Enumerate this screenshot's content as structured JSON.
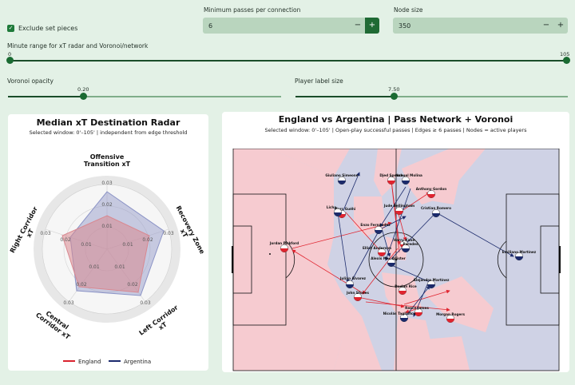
{
  "controls": {
    "exclude_set_pieces": {
      "label": "Exclude set pieces",
      "checked": true
    },
    "min_passes": {
      "label": "Minimum passes per connection",
      "value": "6",
      "minus": "−",
      "plus": "+"
    },
    "node_size": {
      "label": "Node size",
      "value": "350",
      "minus": "−",
      "plus": "+"
    },
    "minute_range": {
      "label": "Minute range for xT radar and Voronoi/network",
      "min": "0",
      "max": "105"
    },
    "voronoi_opacity": {
      "label": "Voronoi opacity",
      "value": "0.20"
    },
    "player_label_size": {
      "label": "Player label size",
      "value": "7.50"
    }
  },
  "radar": {
    "title": "Median xT Destination Radar",
    "subtitle": "Selected window: 0'–105' | independent from edge threshold",
    "axes": [
      "Offensive Transition xT",
      "Recovery Zone xT",
      "Left Corridor xT",
      "Central Corridor xT",
      "Right Corridor xT"
    ],
    "ring_labels": [
      "0.01",
      "0.02",
      "0.03"
    ],
    "legend": [
      {
        "name": "England",
        "color": "#d9232e"
      },
      {
        "name": "Argentina",
        "color": "#1c2a6e"
      }
    ]
  },
  "network": {
    "title": "England vs Argentina | Pass Network + Voronoi",
    "subtitle": "Selected window: 0'–105' | Open-play successful passes | Edges ≥ 6 passes | Nodes = active players",
    "england_color": "#e0242f",
    "argentina_color": "#1b2a6b",
    "players": [
      {
        "name": "Jordan Pickford",
        "team": "eng"
      },
      {
        "name": "Giuliano Simeone",
        "team": "arg"
      },
      {
        "name": "Djed Spence",
        "team": "eng"
      },
      {
        "name": "Nahuel Molina",
        "team": "arg"
      },
      {
        "name": "Anthony Gordon",
        "team": "eng"
      },
      {
        "name": "Marc Guéhi",
        "team": "eng"
      },
      {
        "name": "Licha",
        "team": "arg"
      },
      {
        "name": "Jude Bellingham",
        "team": "eng"
      },
      {
        "name": "Cristian Romero",
        "team": "arg"
      },
      {
        "name": "Enzo Fernández",
        "team": "arg"
      },
      {
        "name": "Harry Kane",
        "team": "eng"
      },
      {
        "name": "Elliot Anderson",
        "team": "eng"
      },
      {
        "name": "Paredes",
        "team": "arg"
      },
      {
        "name": "Alexis Mac Allister",
        "team": "arg"
      },
      {
        "name": "Julián Álvarez",
        "team": "arg"
      },
      {
        "name": "Declan Rice",
        "team": "eng"
      },
      {
        "name": "Alejandro Martínez",
        "team": "arg"
      },
      {
        "name": "John Stones",
        "team": "eng"
      },
      {
        "name": "Reece James",
        "team": "eng"
      },
      {
        "name": "Nicolás Tagliafico",
        "team": "arg"
      },
      {
        "name": "Morgan Rogers",
        "team": "eng"
      },
      {
        "name": "Emiliano Martínez",
        "team": "arg"
      }
    ]
  }
}
